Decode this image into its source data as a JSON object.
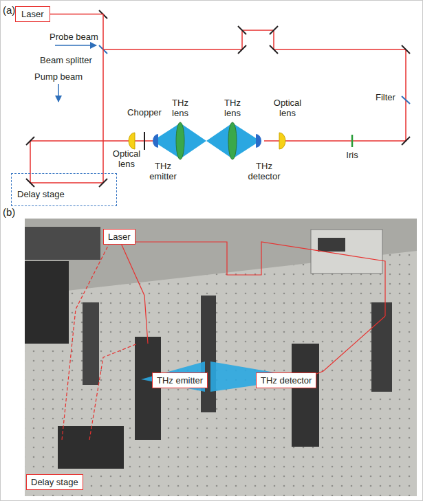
{
  "diagram": {
    "nodes": [
      {
        "text": [
          "Laser"
        ]
      },
      {
        "text": [
          "Delay stage"
        ]
      },
      {
        "text": [
          "Laser"
        ]
      },
      {
        "text": [
          "THz emitter"
        ]
      },
      {
        "text": [
          "THz detector"
        ]
      },
      {
        "text": [
          "Delay stage"
        ]
      }
    ],
    "edges": [
      {
        "from": 0,
        "to": 1,
        "arrow": "none"
      }
    ],
    "labels": [
      "(a)",
      "Probe beam",
      "Beam splitter",
      "Pump beam",
      "Chopper",
      "THz lens",
      "THz lens",
      "Optical lens",
      "THz emitter",
      "THz detector",
      "Optical lens",
      "Filter",
      "Iris",
      "(b)"
    ]
  }
}
